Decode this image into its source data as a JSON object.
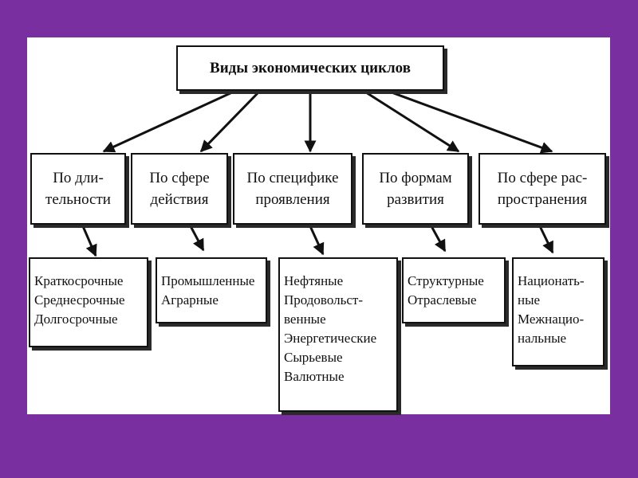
{
  "title": "Виды экономических циклов",
  "categories": [
    {
      "label": "По дли-\nтельности",
      "items": [
        "Краткосрочные",
        "Среднесрочные",
        "Долгосрочные"
      ]
    },
    {
      "label": "По сфере\nдействия",
      "items": [
        "Промышленные",
        "Аграрные"
      ]
    },
    {
      "label": "По специфике\nпроявления",
      "items": [
        "Нефтяные",
        "Продовольст-",
        "венные",
        "Энергетические",
        "Сырьевые",
        "Валютные"
      ]
    },
    {
      "label": "По формам\nразвития",
      "items": [
        "Структурные",
        "Отраслевые"
      ]
    },
    {
      "label": "По сфере рас-\nпространения",
      "items": [
        "Национать-",
        "ные",
        "Межнацио-",
        "нальные"
      ]
    }
  ]
}
